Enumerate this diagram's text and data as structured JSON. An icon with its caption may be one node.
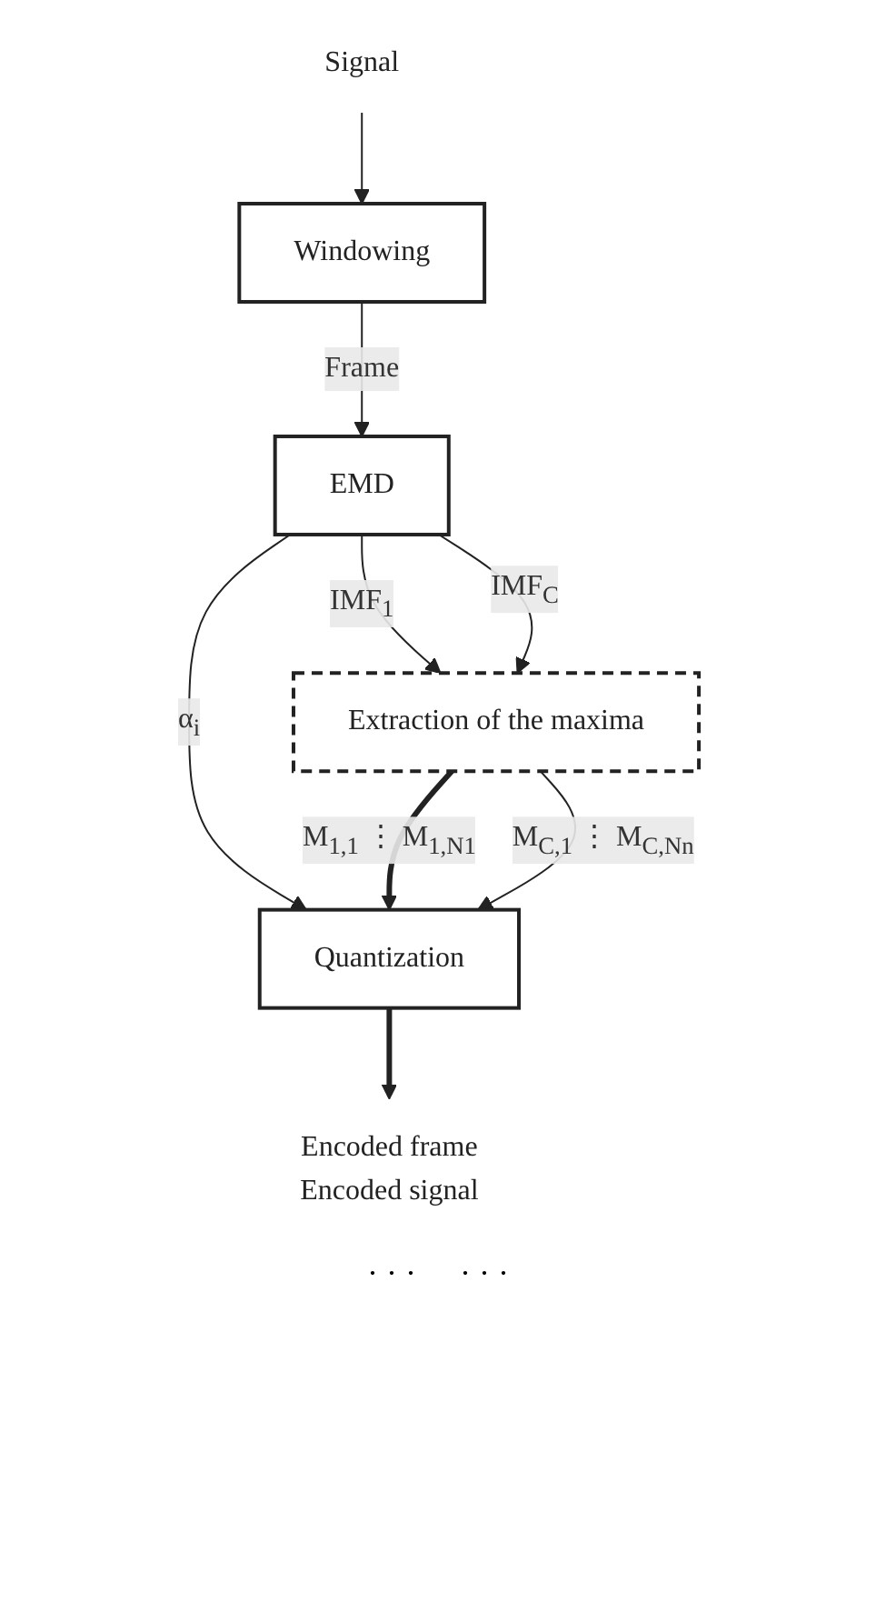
{
  "diagram": {
    "nodes": [
      {
        "text": [
          "Signal"
        ]
      },
      {
        "text": [
          "Windowing"
        ]
      },
      {
        "text": [
          "EMD"
        ]
      },
      {
        "text": [
          "Extraction of the maxima"
        ]
      },
      {
        "text": [
          "Quantization"
        ]
      },
      {
        "text": [
          "Encoded frame",
          "Encoded signal"
        ]
      }
    ],
    "edges": [
      {
        "from": 0,
        "to": 1,
        "arrow": "to"
      },
      {
        "from": 1,
        "to": 2,
        "arrow": "to",
        "label": "Frame"
      },
      {
        "from": 2,
        "to": 3,
        "arrow": "to",
        "label": "IMF$_{1}$"
      },
      {
        "from": 2,
        "to": 3,
        "arrow": "to",
        "label": "IMF$_{C}$"
      },
      {
        "from": 2,
        "to": 4,
        "arrow": "to",
        "label": "α$_{i}$"
      },
      {
        "from": 3,
        "to": 4,
        "arrow": "to",
        "label": "M$_{1,1}$ ⋮ M$_{1,N1}$",
        "style": "thick"
      },
      {
        "from": 3,
        "to": 4,
        "arrow": "to",
        "label": "M$_{C,1}$ ⋮ M$_{C,Nn}$"
      },
      {
        "from": 4,
        "to": 5,
        "arrow": "to",
        "style": "thick"
      }
    ],
    "labels": [
      "· · ·",
      "· · ·"
    ]
  }
}
